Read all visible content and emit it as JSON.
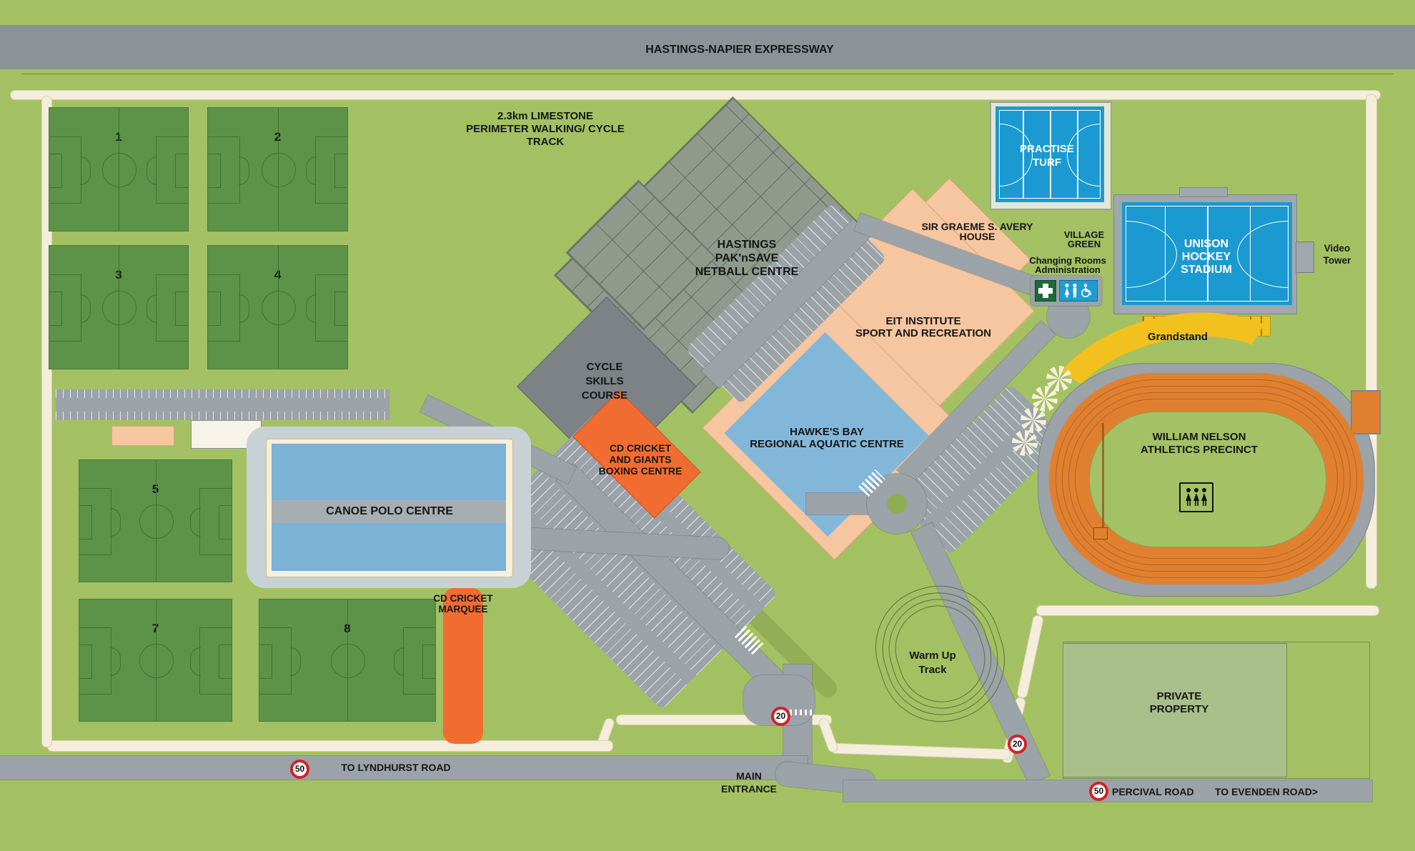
{
  "map": {
    "expressway_label": "HASTINGS-NAPIER EXPRESSWAY",
    "perimeter_note": [
      "2.3km LIMESTONE",
      "PERIMETER WALKING/ CYCLE",
      "TRACK"
    ]
  },
  "roads": {
    "lyndhurst": "TO LYNDHURST ROAD",
    "percival": "PERCIVAL ROAD",
    "evenden": "TO EVENDEN ROAD>",
    "main_entrance": [
      "MAIN",
      "ENTRANCE"
    ]
  },
  "signs": {
    "speed_50": "50",
    "speed_20": "20"
  },
  "fields": [
    "1",
    "2",
    "3",
    "4",
    "5",
    "7",
    "8"
  ],
  "venues": {
    "netball": [
      "HASTINGS",
      "PAK'nSAVE",
      "NETBALL CENTRE"
    ],
    "practise_turf": [
      "PRACTISE",
      "TURF"
    ],
    "avery_house": [
      "SIR GRAEME S. AVERY",
      "HOUSE"
    ],
    "village_green": [
      "VILLAGE",
      "GREEN"
    ],
    "changing_rooms": [
      "Changing Rooms",
      "Administration"
    ],
    "unison_stadium": [
      "UNISON",
      "HOCKEY",
      "STADIUM"
    ],
    "video_tower": [
      "Video",
      "Tower"
    ],
    "grandstand": "Grandstand",
    "eit": [
      "EIT INSTITUTE",
      "SPORT AND RECREATION"
    ],
    "cycle_skills": [
      "CYCLE",
      "SKILLS",
      "COURSE"
    ],
    "boxing": [
      "CD CRICKET",
      "AND GIANTS",
      "BOXING CENTRE"
    ],
    "aquatic": [
      "HAWKE'S BAY",
      "REGIONAL AQUATIC CENTRE"
    ],
    "canoe_polo": "CANOE POLO CENTRE",
    "marquee": [
      "CD CRICKET",
      "MARQUEE"
    ],
    "athletics": [
      "WILLIAM NELSON",
      "ATHLETICS PRECINCT"
    ],
    "warmup": [
      "Warm Up",
      "Track"
    ],
    "private_property": [
      "PRIVATE",
      "PROPERTY"
    ]
  },
  "colors": {
    "bg_green": "#a3c162",
    "field_green": "#5d9348",
    "field_line": "#3e7233",
    "road_gray": "#9ba2a8",
    "expressway_gray": "#8b9298",
    "cream": "#f4eddc",
    "cream_border": "#d9cfae",
    "netball_gray": "#8f9a8c",
    "cycle_gray": "#7c8285",
    "orange": "#f16c31",
    "peach": "#f6c6a0",
    "pool_blue": "#83b7da",
    "canoe_blue": "#7bb2d5",
    "platform_gray": "#c8d1d4",
    "turf_blue": "#1a9ad0",
    "frame_gray": "#a0a8ad",
    "yellow": "#f2c11d",
    "track_orange": "#e0802f",
    "infield_green": "#a4c166",
    "private_green": "#a9bf8a",
    "sign_red": "#d42127",
    "firstaid_green": "#1c6b38",
    "toilet_blue": "#1f9cd1",
    "text_dark": "#161616"
  }
}
